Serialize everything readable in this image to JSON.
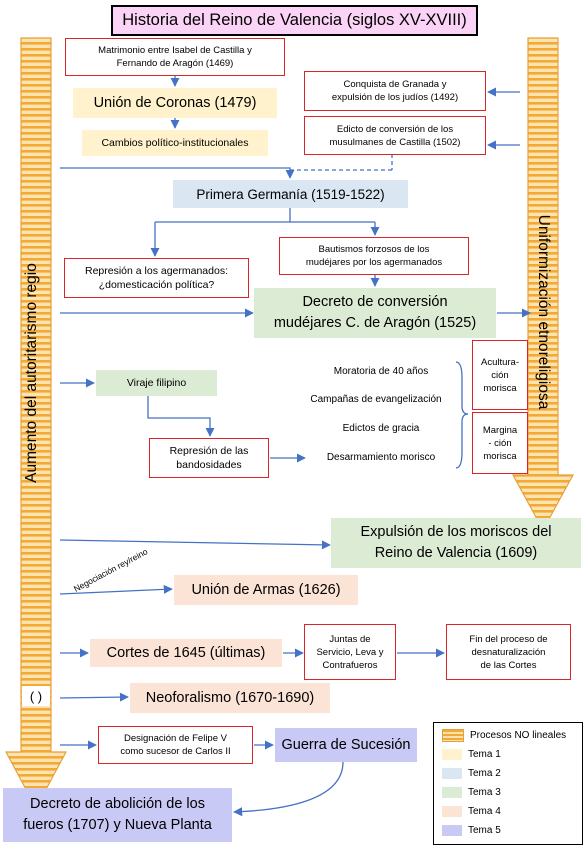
{
  "title": "Historia del Reino de Valencia (siglos XV-XVIII)",
  "side_labels": {
    "left": "Aumento del autoritarismo regio",
    "right": "Uniformización etnoreligiosa"
  },
  "boxes": {
    "matrimonio": "Matrimonio entre Isabel de Castilla y\nFernando de Aragón (1469)",
    "union_coronas": "Unión de Coronas (1479)",
    "cambios": "Cambios político-institucionales",
    "conquista_granada": "Conquista de Granada y\nexpulsión de los judíos (1492)",
    "edicto_castilla": "Edicto de conversión de los\nmusulmanes de Castilla (1502)",
    "primera_germania": "Primera Germanía (1519-1522)",
    "represion_agermanados": "Represión a los agermanados:\n¿domesticación política?",
    "bautismos": "Bautismos forzosos de los\nmudéjares por los agermanados",
    "decreto_conversion": "Decreto de conversión\nmudéjares C. de Aragón (1525)",
    "viraje": "Viraje filipino",
    "represion_bandosidades": "Represión de las\nbandosidades",
    "aculturacion": "Acultura-\nción\nmorisca",
    "marginacion": "Margina\n- ción\nmorisca",
    "expulsion": "Expulsión de los moriscos del\nReino de Valencia (1609)",
    "union_armas": "Unión de Armas (1626)",
    "cortes_1645": "Cortes de 1645 (últimas)",
    "juntas": "Juntas de\nServicio, Leva y\nContrafueros",
    "fin_proceso": "Fin del proceso de\ndesnaturalización\nde las Cortes",
    "neoforalismo": "Neoforalismo (1670-1690)",
    "designacion": "Designación de Felipe V\ncomo sucesor de Carlos II",
    "guerra": "Guerra de Sucesión",
    "decreto_abolicion": "Decreto de abolición de los\nfueros (1707) y Nueva Planta"
  },
  "measures": [
    "Moratoria de 40 años",
    "Campañas de evangelización",
    "Edictos de gracia",
    "Desarmamiento morisco"
  ],
  "negociacion_label": "Negociación rey/reino",
  "paren_label": "( )",
  "legend": {
    "items": [
      {
        "label": "Procesos NO lineales",
        "color": "#f5b54a"
      },
      {
        "label": "Tema 1",
        "color": "#fff2cc"
      },
      {
        "label": "Tema 2",
        "color": "#dae6f2"
      },
      {
        "label": "Tema 3",
        "color": "#dcebd4"
      },
      {
        "label": "Tema 4",
        "color": "#fbe3d6"
      },
      {
        "label": "Tema 5",
        "color": "#c9c9f5"
      }
    ]
  },
  "colors": {
    "arrow_blue": "#4472c4",
    "box_border_red": "#d9262a",
    "orange_arrow": "#f5b54a"
  }
}
